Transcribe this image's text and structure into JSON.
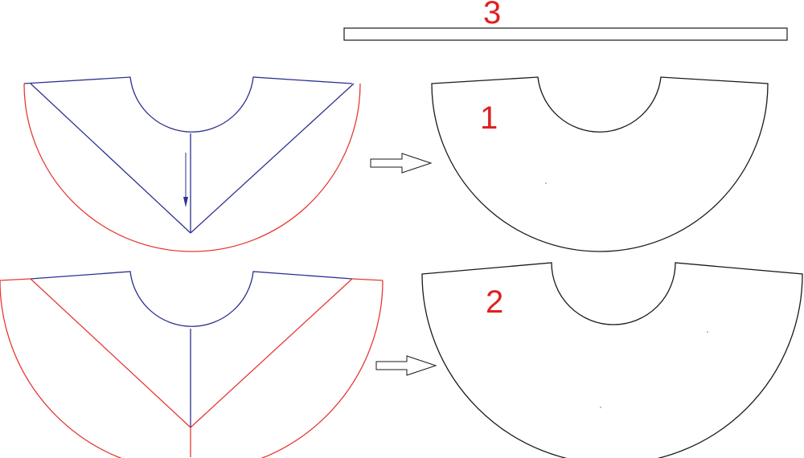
{
  "labels": {
    "piece_1": "1",
    "piece_2": "2",
    "piece_3": "3"
  },
  "colors": {
    "outline_blue": "#2e3192",
    "outline_red": "#e53935",
    "outline_black": "#1a1a1a",
    "label_red": "#e02020"
  }
}
